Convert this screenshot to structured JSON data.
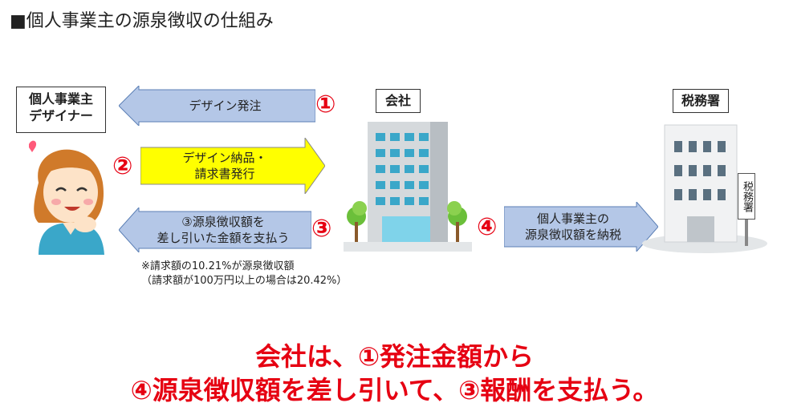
{
  "title": "■個人事業主の源泉徴収の仕組み",
  "designer_label": [
    "個人事業主",
    "デザイナー"
  ],
  "company_label": "会社",
  "tax_office_label": "税務署",
  "tax_office_sign": "税務署",
  "arrows": [
    {
      "number": "①",
      "text": "デザイン発注",
      "color": "#b4c7e7"
    },
    {
      "number": "②",
      "text": "デザイン納品・\n請求書発行",
      "color": "#ffff00"
    },
    {
      "number": "③",
      "text": "③源泉徴収額を\n差し引いた金額を支払う",
      "color": "#b4c7e7"
    },
    {
      "number": "④",
      "text": "個人事業主の\n源泉徴収額を納税",
      "color": "#b4c7e7"
    }
  ],
  "notes": [
    "※請求額の10.21%が源泉徴収額",
    "（請求額が100万円以上の場合は20.42%）"
  ],
  "conclusion": [
    "会社は、①発注金額から",
    "④源泉徴収額を差し引いて、③報酬を支払う。"
  ],
  "colors": {
    "accent_red": "#e60012",
    "arrow_blue": "#b4c7e7",
    "arrow_yellow": "#ffff00"
  }
}
